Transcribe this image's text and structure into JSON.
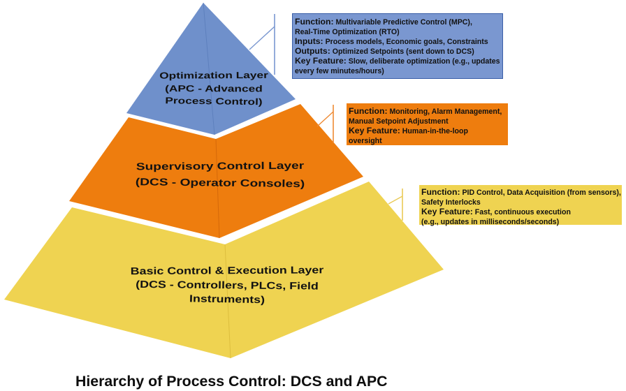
{
  "title": "Hierarchy of Process Control: DCS and APC",
  "colors": {
    "pyramid_blue": "#6F90CB",
    "pyramid_orange": "#EE7D0E",
    "pyramid_yellow": "#EFD351",
    "callout_blue_fill": "#7A97D0",
    "callout_blue_border": "#3A5FA8",
    "callout_orange_fill": "#EE7D0E",
    "callout_yellow_fill": "#EFD351",
    "text": "#111111",
    "background": "#FFFFFF"
  },
  "pyramid": {
    "layers": [
      {
        "id": "optimization",
        "label_lines": [
          "Optimization Layer",
          "(APC - Advanced",
          "Process Control)"
        ]
      },
      {
        "id": "supervisory",
        "label_lines": [
          "Supervisory Control Layer",
          "(DCS - Operator Consoles)"
        ]
      },
      {
        "id": "basic",
        "label_lines": [
          "Basic Control & Execution Layer",
          "(DCS - Controllers, PLCs, Field",
          "Instruments)"
        ]
      }
    ]
  },
  "callouts": [
    {
      "id": "optimization",
      "lines": [
        [
          {
            "k": "label",
            "t": "Function:"
          },
          {
            "k": "body",
            "t": " Multivariable Predictive Control (MPC),"
          }
        ],
        [
          {
            "k": "body",
            "t": "Real-Time Optimization (RTO)"
          }
        ],
        [
          {
            "k": "label",
            "t": "Inputs:"
          },
          {
            "k": "body",
            "t": " Process models, Economic goals, Constraints"
          }
        ],
        [
          {
            "k": "label",
            "t": "Outputs:"
          },
          {
            "k": "body",
            "t": " Optimized Setpoints (sent down to DCS)"
          }
        ],
        [
          {
            "k": "label",
            "t": "Key Feature:"
          },
          {
            "k": "body",
            "t": " Slow, deliberate optimization (e.g., updates"
          }
        ],
        [
          {
            "k": "body",
            "t": "every few minutes/hours)"
          }
        ]
      ]
    },
    {
      "id": "supervisory",
      "lines": [
        [
          {
            "k": "label",
            "t": "Function:"
          },
          {
            "k": "body",
            "t": " Monitoring, Alarm Management,"
          }
        ],
        [
          {
            "k": "body",
            "t": "Manual Setpoint Adjustment"
          }
        ],
        [
          {
            "k": "label",
            "t": "Key Feature:"
          },
          {
            "k": "body",
            "t": " Human-in-the-loop"
          }
        ],
        [
          {
            "k": "body",
            "t": "oversight"
          }
        ]
      ]
    },
    {
      "id": "basic",
      "lines": [
        [
          {
            "k": "label",
            "t": "Function:"
          },
          {
            "k": "body",
            "t": " PID Control, Data Acquisition (from sensors),"
          }
        ],
        [
          {
            "k": "body",
            "t": "Safety Interlocks"
          }
        ],
        [
          {
            "k": "label",
            "t": "Key Feature:"
          },
          {
            "k": "body",
            "t": " Fast, continuous execution"
          }
        ],
        [
          {
            "k": "body",
            "t": " (e.g., updates in milliseconds/seconds)"
          }
        ]
      ]
    }
  ]
}
